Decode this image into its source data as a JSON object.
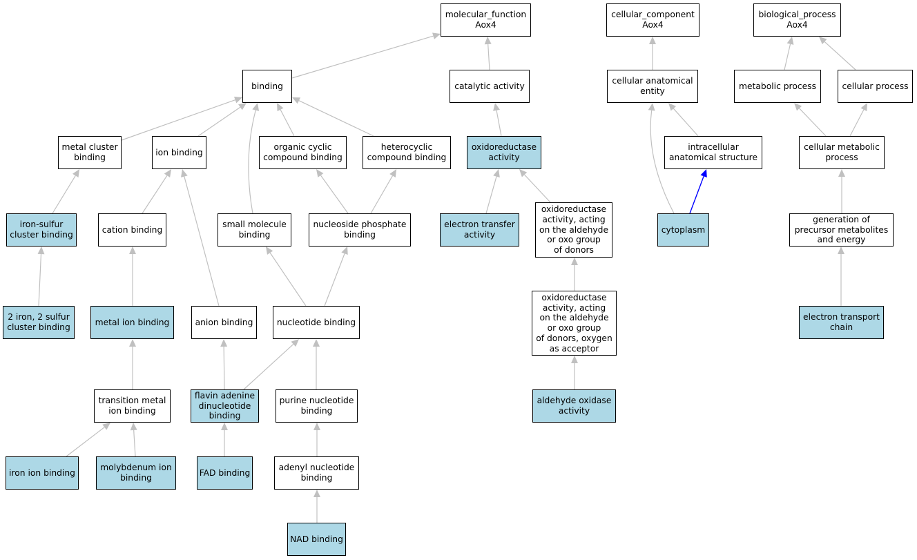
{
  "colors": {
    "highlight_fill": "#add8e6",
    "plain_fill": "#ffffff",
    "edge_gray": "#c0c0c0",
    "edge_blue": "#0000ff"
  },
  "nodes": {
    "mf": {
      "label": "molecular_function\nAox4",
      "highlight": false
    },
    "cc": {
      "label": "cellular_component\nAox4",
      "highlight": false
    },
    "bp": {
      "label": "biological_process\nAox4",
      "highlight": false
    },
    "binding": {
      "label": "binding",
      "highlight": false
    },
    "catalytic": {
      "label": "catalytic activity",
      "highlight": false
    },
    "cae": {
      "label": "cellular anatomical\nentity",
      "highlight": false
    },
    "metabolic": {
      "label": "metabolic process",
      "highlight": false
    },
    "cellproc": {
      "label": "cellular process",
      "highlight": false
    },
    "metalcluster": {
      "label": "metal cluster\nbinding",
      "highlight": false
    },
    "ionbinding": {
      "label": "ion binding",
      "highlight": false
    },
    "orgcyclic": {
      "label": "organic cyclic\ncompound binding",
      "highlight": false
    },
    "heterocyclic": {
      "label": "heterocyclic\ncompound binding",
      "highlight": false
    },
    "oxidoreductase": {
      "label": "oxidoreductase\nactivity",
      "highlight": true
    },
    "intracellular": {
      "label": "intracellular\nanatomical structure",
      "highlight": false
    },
    "cellmetabolic": {
      "label": "cellular metabolic\nprocess",
      "highlight": false
    },
    "ironsulfur": {
      "label": "iron-sulfur\ncluster binding",
      "highlight": true
    },
    "cation": {
      "label": "cation binding",
      "highlight": false
    },
    "smallmol": {
      "label": "small molecule\nbinding",
      "highlight": false
    },
    "nucphos": {
      "label": "nucleoside phosphate\nbinding",
      "highlight": false
    },
    "electrontransfer": {
      "label": "electron transfer\nactivity",
      "highlight": true
    },
    "oxaldehyde": {
      "label": "oxidoreductase\nactivity, acting\non the aldehyde\nor oxo group\nof donors",
      "highlight": false
    },
    "cytoplasm": {
      "label": "cytoplasm",
      "highlight": true
    },
    "genprecursor": {
      "label": "generation of\nprecursor metabolites\nand energy",
      "highlight": false
    },
    "twoiron": {
      "label": "2 iron, 2 sulfur\ncluster binding",
      "highlight": true
    },
    "metalion": {
      "label": "metal ion binding",
      "highlight": true
    },
    "anion": {
      "label": "anion binding",
      "highlight": false
    },
    "nucleotide": {
      "label": "nucleotide binding",
      "highlight": false
    },
    "oxaldoxygen": {
      "label": "oxidoreductase\nactivity, acting\non the aldehyde\nor oxo group\nof donors, oxygen\nas acceptor",
      "highlight": false
    },
    "electrontransport": {
      "label": "electron transport\nchain",
      "highlight": true
    },
    "transmetal": {
      "label": "transition metal\nion binding",
      "highlight": false
    },
    "fad_dinuc": {
      "label": "flavin adenine\ndinucleotide\nbinding",
      "highlight": true
    },
    "purine": {
      "label": "purine nucleotide\nbinding",
      "highlight": false
    },
    "aldoxidase": {
      "label": "aldehyde oxidase\nactivity",
      "highlight": true
    },
    "ironion": {
      "label": "iron ion binding",
      "highlight": true
    },
    "molybdenum": {
      "label": "molybdenum ion\nbinding",
      "highlight": true
    },
    "fad": {
      "label": "FAD binding",
      "highlight": true
    },
    "adenyl": {
      "label": "adenyl nucleotide\nbinding",
      "highlight": false
    },
    "nad": {
      "label": "NAD binding",
      "highlight": true
    }
  },
  "edges": [
    {
      "from": "binding",
      "to": "mf",
      "color": "gray"
    },
    {
      "from": "catalytic",
      "to": "mf",
      "color": "gray"
    },
    {
      "from": "cae",
      "to": "cc",
      "color": "gray"
    },
    {
      "from": "metabolic",
      "to": "bp",
      "color": "gray"
    },
    {
      "from": "cellproc",
      "to": "bp",
      "color": "gray"
    },
    {
      "from": "metalcluster",
      "to": "binding",
      "color": "gray"
    },
    {
      "from": "ionbinding",
      "to": "binding",
      "color": "gray"
    },
    {
      "from": "smallmol",
      "to": "binding",
      "color": "gray"
    },
    {
      "from": "orgcyclic",
      "to": "binding",
      "color": "gray"
    },
    {
      "from": "heterocyclic",
      "to": "binding",
      "color": "gray"
    },
    {
      "from": "oxidoreductase",
      "to": "catalytic",
      "color": "gray"
    },
    {
      "from": "intracellular",
      "to": "cae",
      "color": "gray"
    },
    {
      "from": "cytoplasm",
      "to": "cae",
      "color": "gray"
    },
    {
      "from": "cellmetabolic",
      "to": "metabolic",
      "color": "gray"
    },
    {
      "from": "cellmetabolic",
      "to": "cellproc",
      "color": "gray"
    },
    {
      "from": "ironsulfur",
      "to": "metalcluster",
      "color": "gray"
    },
    {
      "from": "cation",
      "to": "ionbinding",
      "color": "gray"
    },
    {
      "from": "anion",
      "to": "ionbinding",
      "color": "gray"
    },
    {
      "from": "nucphos",
      "to": "orgcyclic",
      "color": "gray"
    },
    {
      "from": "nucphos",
      "to": "heterocyclic",
      "color": "gray"
    },
    {
      "from": "electrontransfer",
      "to": "oxidoreductase",
      "color": "gray"
    },
    {
      "from": "oxaldehyde",
      "to": "oxidoreductase",
      "color": "gray"
    },
    {
      "from": "cytoplasm",
      "to": "intracellular",
      "color": "blue"
    },
    {
      "from": "genprecursor",
      "to": "cellmetabolic",
      "color": "gray"
    },
    {
      "from": "twoiron",
      "to": "ironsulfur",
      "color": "gray"
    },
    {
      "from": "metalion",
      "to": "cation",
      "color": "gray"
    },
    {
      "from": "nucleotide",
      "to": "smallmol",
      "color": "gray"
    },
    {
      "from": "nucleotide",
      "to": "nucphos",
      "color": "gray"
    },
    {
      "from": "oxaldoxygen",
      "to": "oxaldehyde",
      "color": "gray"
    },
    {
      "from": "electrontransport",
      "to": "genprecursor",
      "color": "gray"
    },
    {
      "from": "transmetal",
      "to": "metalion",
      "color": "gray"
    },
    {
      "from": "fad_dinuc",
      "to": "anion",
      "color": "gray"
    },
    {
      "from": "fad_dinuc",
      "to": "nucleotide",
      "color": "gray"
    },
    {
      "from": "purine",
      "to": "nucleotide",
      "color": "gray"
    },
    {
      "from": "aldoxidase",
      "to": "oxaldoxygen",
      "color": "gray"
    },
    {
      "from": "ironion",
      "to": "transmetal",
      "color": "gray"
    },
    {
      "from": "molybdenum",
      "to": "transmetal",
      "color": "gray"
    },
    {
      "from": "fad",
      "to": "fad_dinuc",
      "color": "gray"
    },
    {
      "from": "adenyl",
      "to": "purine",
      "color": "gray"
    },
    {
      "from": "nad",
      "to": "adenyl",
      "color": "gray"
    }
  ]
}
